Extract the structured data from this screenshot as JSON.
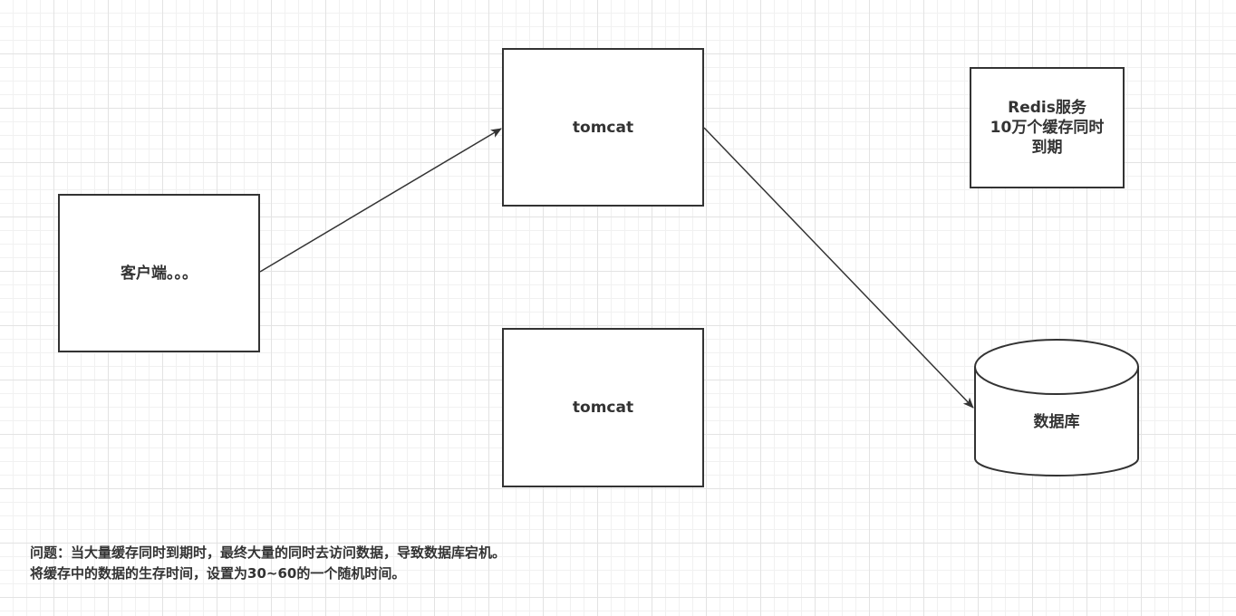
{
  "nodes": {
    "client": {
      "label": "客户端。。。"
    },
    "tomcat1": {
      "label": "tomcat"
    },
    "tomcat2": {
      "label": "tomcat"
    },
    "redis": {
      "line1": "Redis服务",
      "line2": "10万个缓存同时",
      "line3": "到期"
    },
    "database": {
      "label": "数据库"
    }
  },
  "edges": [
    {
      "from": "client",
      "to": "tomcat1"
    },
    {
      "from": "tomcat1",
      "to": "database"
    }
  ],
  "note": {
    "line1": "问题：当大量缓存同时到期时，最终大量的同时去访问数据，导致数据库宕机。",
    "line2": "将缓存中的数据的生存时间，设置为30~60的一个随机时间。"
  },
  "colors": {
    "stroke": "#333333",
    "grid_major": "#e3e3e3",
    "grid_minor": "#f1f1f1"
  }
}
